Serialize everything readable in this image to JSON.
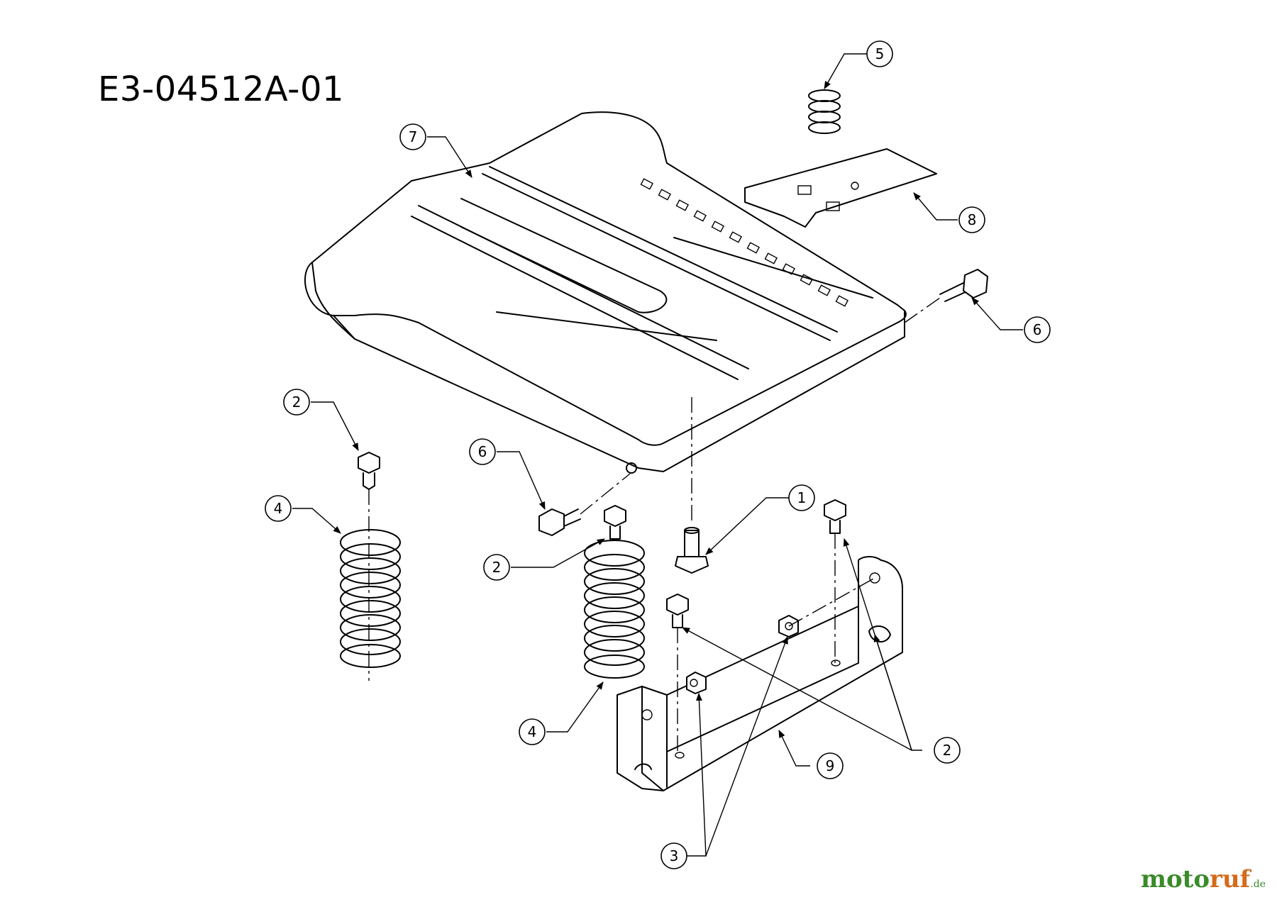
{
  "diagram_id": "E3-04512A-01",
  "watermark": {
    "part1": "moto",
    "part2": "ruf",
    "suffix": ".de"
  },
  "callouts": [
    "1",
    "2",
    "2",
    "2",
    "3",
    "4",
    "4",
    "5",
    "6",
    "6",
    "7",
    "8",
    "9"
  ]
}
